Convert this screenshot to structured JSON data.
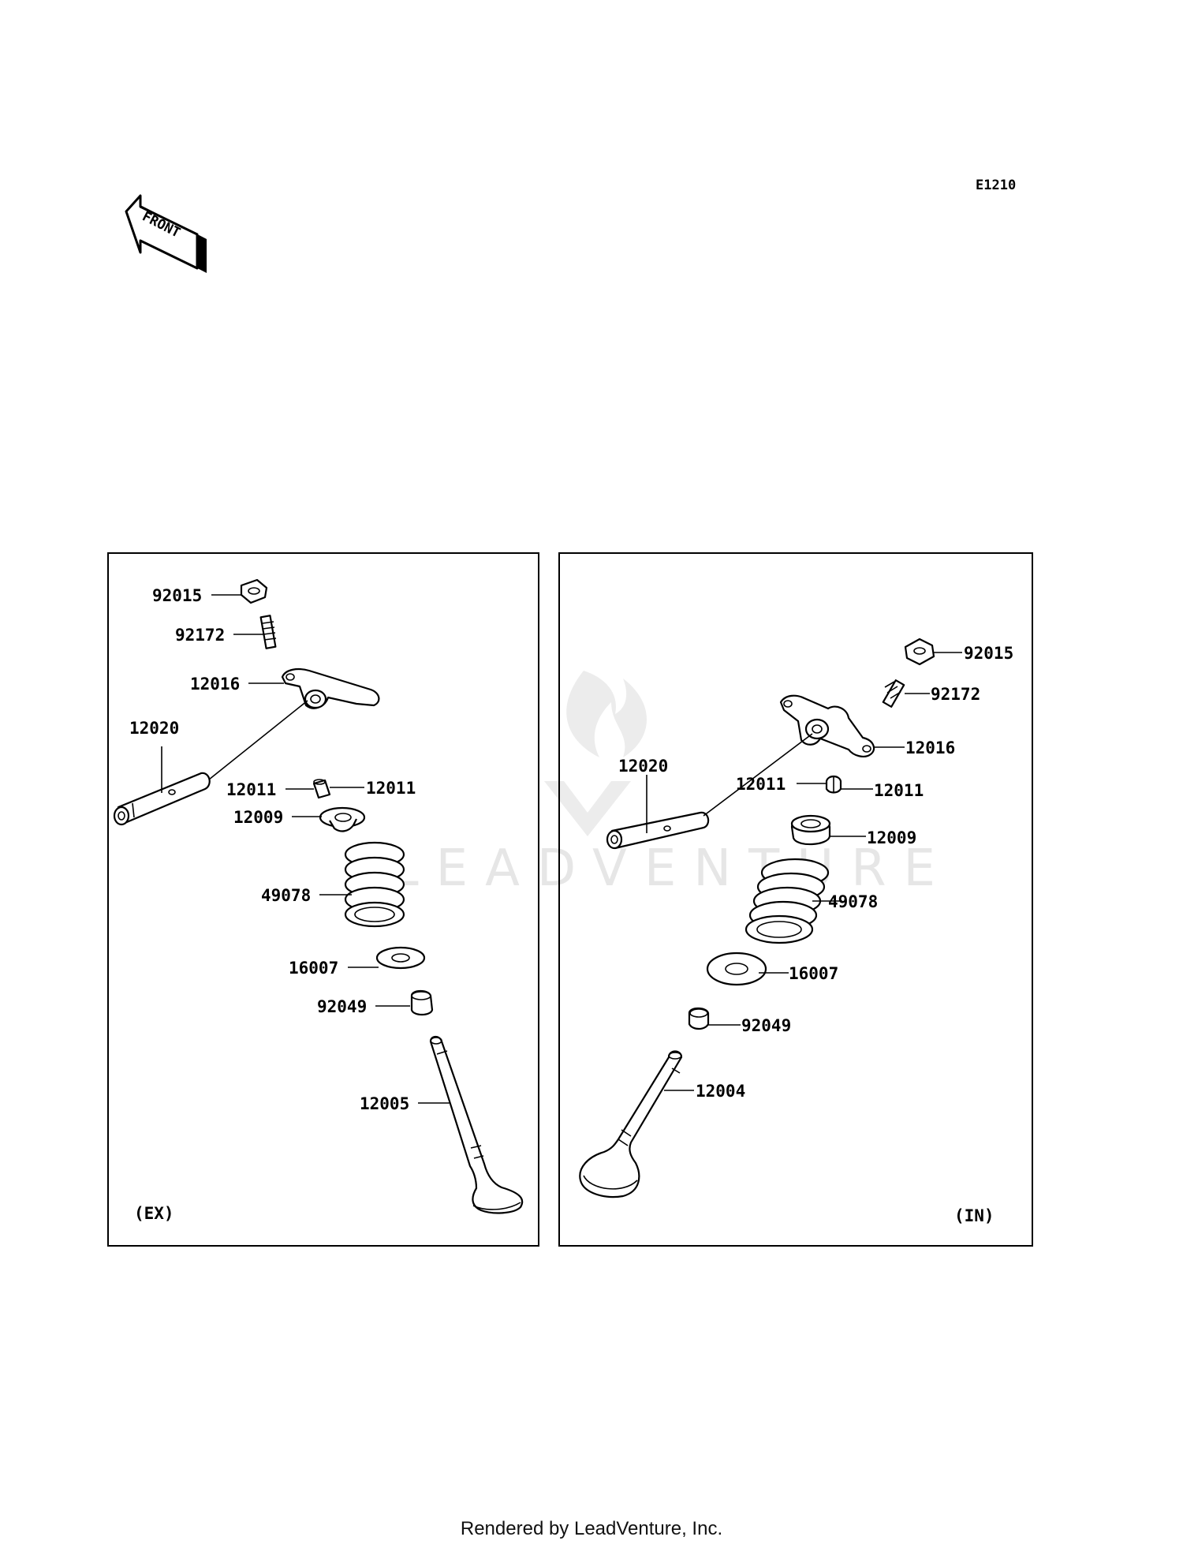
{
  "diagram_code": "E1210",
  "front_label": "FRONT",
  "watermark": "LEADVENTURE",
  "footer": "Rendered by LeadVenture, Inc.",
  "panels": {
    "exhaust": {
      "caption": "(EX)",
      "labels": {
        "nut": "92015",
        "adjust_screw": "92172",
        "rocker_arm": "12016",
        "rocker_shaft": "12020",
        "collet_left": "12011",
        "collet_right": "12011",
        "retainer": "12009",
        "spring": "49078",
        "seat": "16007",
        "seal": "92049",
        "valve": "12005"
      }
    },
    "intake": {
      "caption": "(IN)",
      "labels": {
        "nut": "92015",
        "adjust_screw": "92172",
        "rocker_arm": "12016",
        "rocker_shaft": "12020",
        "collet_left": "12011",
        "collet_right": "12011",
        "retainer": "12009",
        "spring": "49078",
        "seat": "16007",
        "seal": "92049",
        "valve": "12004"
      }
    }
  }
}
